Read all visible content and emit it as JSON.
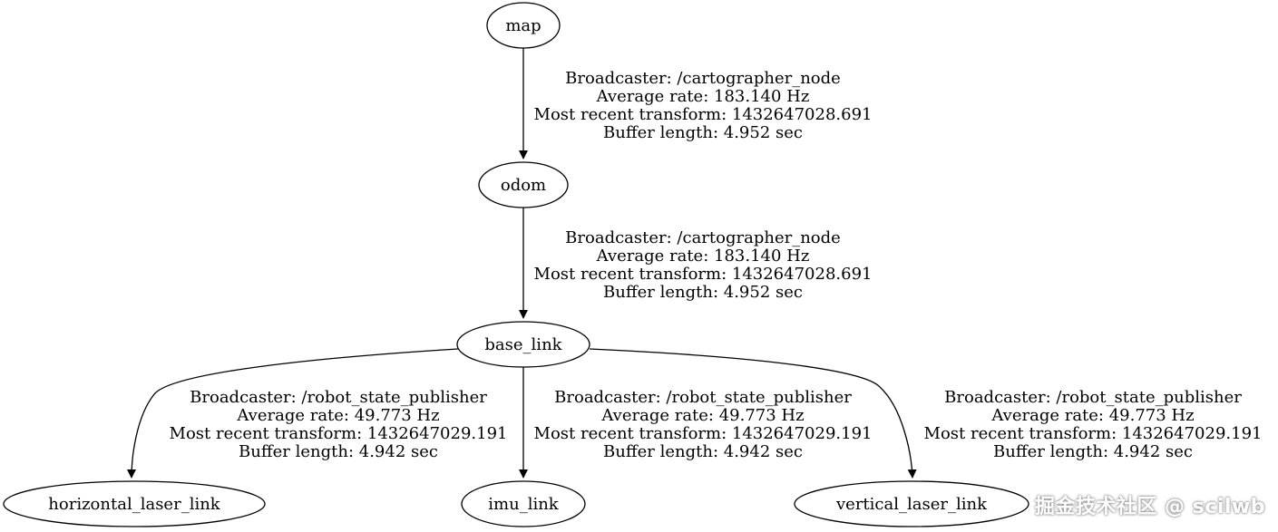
{
  "nodes": {
    "map": "map",
    "odom": "odom",
    "base_link": "base_link",
    "horizontal_laser_link": "horizontal_laser_link",
    "imu_link": "imu_link",
    "vertical_laser_link": "vertical_laser_link"
  },
  "edges": {
    "map_odom": {
      "broadcaster": "Broadcaster: /cartographer_node",
      "rate": "Average rate: 183.140 Hz",
      "recent": "Most recent transform: 1432647028.691",
      "buffer": "Buffer length: 4.952 sec"
    },
    "odom_base": {
      "broadcaster": "Broadcaster: /cartographer_node",
      "rate": "Average rate: 183.140 Hz",
      "recent": "Most recent transform: 1432647028.691",
      "buffer": "Buffer length: 4.952 sec"
    },
    "base_horizontal": {
      "broadcaster": "Broadcaster: /robot_state_publisher",
      "rate": "Average rate: 49.773 Hz",
      "recent": "Most recent transform: 1432647029.191",
      "buffer": "Buffer length: 4.942 sec"
    },
    "base_imu": {
      "broadcaster": "Broadcaster: /robot_state_publisher",
      "rate": "Average rate: 49.773 Hz",
      "recent": "Most recent transform: 1432647029.191",
      "buffer": "Buffer length: 4.942 sec"
    },
    "base_vertical": {
      "broadcaster": "Broadcaster: /robot_state_publisher",
      "rate": "Average rate: 49.773 Hz",
      "recent": "Most recent transform: 1432647029.191",
      "buffer": "Buffer length: 4.942 sec"
    }
  },
  "watermark": "掘金技术社区 @ scilwb",
  "colors": {
    "stroke": "#000000",
    "background": "#ffffff"
  }
}
